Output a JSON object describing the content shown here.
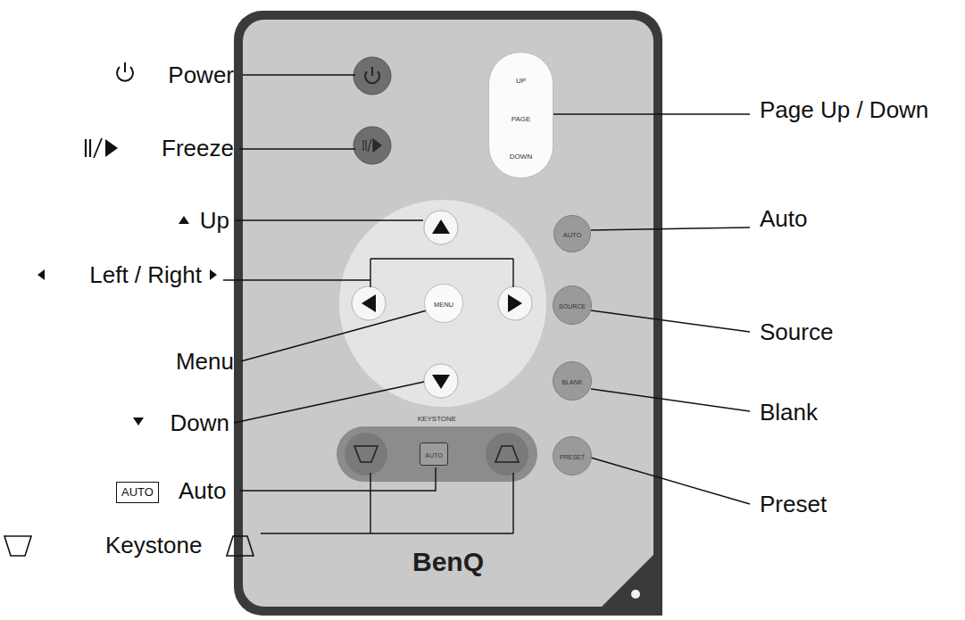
{
  "diagram": {
    "nodes": [
      {
        "text": [
          "BenQ"
        ]
      },
      {
        "text": [
          "UP",
          "PAGE",
          "DOWN"
        ],
        "in": 0
      },
      {
        "text": [
          "MENU"
        ],
        "in": 0
      },
      {
        "text": [
          "AUTO"
        ],
        "in": 0
      },
      {
        "text": [
          "SOURCE"
        ],
        "in": 0
      },
      {
        "text": [
          "BLANK"
        ],
        "in": 0
      },
      {
        "text": [
          "KEYSTONE"
        ],
        "in": 0
      },
      {
        "text": [
          "AUTO"
        ],
        "in": 6
      },
      {
        "text": [
          "PRESET"
        ],
        "in": 0
      }
    ],
    "labels": [
      "Power",
      "Freeze",
      "Up",
      "Left / Right",
      "Menu",
      "Down",
      "AUTO",
      "Auto",
      "Keystone",
      "Page Up / Down",
      "Auto",
      "Source",
      "Blank",
      "Preset"
    ]
  }
}
